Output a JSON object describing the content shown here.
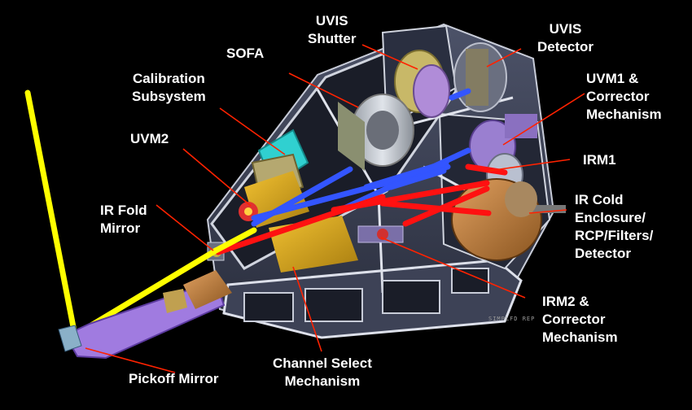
{
  "labels": {
    "uvis_shutter": "UVIS\nShutter",
    "uvis_detector": "UVIS\nDetector",
    "sofa": "SOFA",
    "calibration": "Calibration\nSubsystem",
    "uvm1": "UVM1 &\nCorrector\nMechanism",
    "uvm2": "UVM2",
    "irm1": "IRM1",
    "ir_fold": "IR Fold\nMirror",
    "ir_cold": "IR Cold\nEnclosure/\nRCP/Filters/\nDetector",
    "irm2": "IRM2 &\nCorrector\nMechanism",
    "channel_select": "Channel Select\nMechanism",
    "pickoff": "Pickoff Mirror"
  },
  "watermark": "SIMPLFD REP",
  "colors": {
    "background": "#000000",
    "frame": "#3a3f52",
    "uv_beam": "#3355ff",
    "ir_beam": "#ff1111",
    "input_beam": "#ffff00",
    "pickoff_arm": "#a07be0",
    "leader": "#ff2200"
  }
}
